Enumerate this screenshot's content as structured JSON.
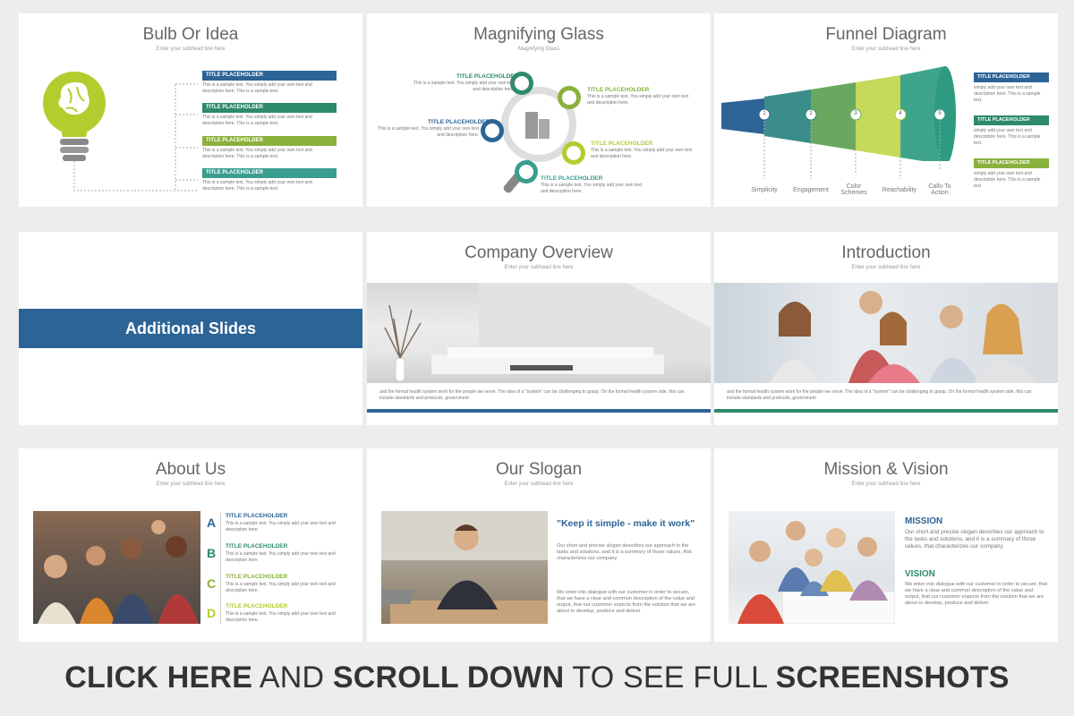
{
  "slides": {
    "bulb": {
      "title": "Bulb Or Idea",
      "subtitle": "Enter your subhead line here",
      "items": [
        {
          "label": "TITLE PLACEHOLDER",
          "text": "This is a sample text. You simply add your own text and description here. This is a sample text.",
          "color": "#2d6496"
        },
        {
          "label": "TITLE PLACEHOLDER",
          "text": "This is a sample text. You simply add your own text and description here. This is a sample text.",
          "color": "#2e8a6c"
        },
        {
          "label": "TITLE PLACEHOLDER",
          "text": "This is a sample text. You simply add your own text and description here. This is a sample text.",
          "color": "#8ab13c"
        },
        {
          "label": "TITLE PLACEHOLDER",
          "text": "This is a sample text. You simply add your own text and description here. This is a sample text.",
          "color": "#3a9e8e"
        }
      ]
    },
    "magnifier": {
      "title": "Magnifying Glass",
      "subtitle": "Magnifying Glass",
      "items": [
        {
          "label": "TITLE PLACEHOLDER",
          "text": "This is a sample text. You simply add your own text and description here."
        },
        {
          "label": "TITLE PLACEHOLDER",
          "text": "This is a sample text. You simply add your own text and description here."
        },
        {
          "label": "TITLE PLACEHOLDER",
          "text": "This is a sample text. You simply add your own text and description here."
        },
        {
          "label": "TITLE PLACEHOLDER",
          "text": "This is a sample text. You simply add your own text and description here."
        },
        {
          "label": "TITLE PLACEHOLDER",
          "text": "This is a sample text. You simply add your own text and description here."
        }
      ]
    },
    "funnel": {
      "title": "Funnel Diagram",
      "subtitle": "Enter your subhead line here",
      "steps": [
        "1",
        "2",
        "3",
        "4",
        "5"
      ],
      "labels": [
        "Simplicity",
        "Engagement",
        "Color Schemes",
        "Reachability",
        "Calls-To Action"
      ],
      "items": [
        {
          "label": "TITLE PLACEHOLDER",
          "text": "simply add your own text and description here. This is a sample text.",
          "color": "#2d6496"
        },
        {
          "label": "TITLE PLACEHOLDER",
          "text": "simply add your own text and description here. This is a sample text.",
          "color": "#2e8a6c"
        },
        {
          "label": "TITLE PLACEHOLDER",
          "text": "simply add your own text and description here. This is a sample text.",
          "color": "#8ab13c"
        }
      ]
    },
    "additional": {
      "label": "Additional Slides"
    },
    "company": {
      "title": "Company Overview",
      "subtitle": "Enter your subhead line here",
      "caption": "and the formal health system work for the people we serve. The idea of a \"system\" can be challenging to grasp. On the formal health system side, this can include standards and protocols, government"
    },
    "intro": {
      "title": "Introduction",
      "subtitle": "Enter your subhead line here",
      "caption": "and the formal health system work for the people we serve. The idea of a \"system\" can be challenging to grasp. On the formal health system side, this can include standards and protocols, government"
    },
    "about": {
      "title": "About Us",
      "subtitle": "Enter your subhead line here",
      "items": [
        {
          "letter": "A",
          "label": "TITLE PLACEHOLDER",
          "text": "This is a sample text. You simply add your own text and description here.",
          "color": "#2d6496"
        },
        {
          "letter": "B",
          "label": "TITLE PLACEHOLDER",
          "text": "This is a sample text. You simply add your own text and description here.",
          "color": "#2e8a6c"
        },
        {
          "letter": "C",
          "label": "TITLE PLACEHOLDER",
          "text": "This is a sample text. You simply add your own text and description here.",
          "color": "#8ab13c"
        },
        {
          "letter": "D",
          "label": "TITLE PLACEHOLDER",
          "text": "This is a sample text. You simply add your own text and description here.",
          "color": "#b5cc2e"
        }
      ]
    },
    "slogan": {
      "title": "Our Slogan",
      "subtitle": "Enter your subhead line here",
      "quote": "\"Keep it simple - make it work\"",
      "para1": "Our short and precise slogan describes our approach to the tasks and solutions, and it is a summary of those values, that characterizes our company.",
      "para2": "We enter into dialogue with our customer in order to secure, that we have a clear and common description of the value and output, that our customer expects from the solution that we are about to develop, produce and deliver"
    },
    "mission": {
      "title": "Mission & Vision",
      "subtitle": "Enter your subhead line here",
      "mission_label": "MISSION",
      "mission_text": "Our short and precise slogan describes our approach to the tasks and solutions, and it is a summary of those values, that characterizes our company.",
      "vision_label": "VISION",
      "vision_text": "We enter into dialogue with our customer in order to secure, that we have a clear and common description of the value and output, that our customer expects from the solution that we are about to develop, produce and deliver"
    }
  },
  "cta": {
    "part1": "CLICK HERE",
    "part2": "AND",
    "part3": "SCROLL DOWN",
    "part4": "TO SEE FULL",
    "part5": "SCREENSHOTS"
  },
  "colors": {
    "blue": "#2d6496",
    "teal": "#2e8a6c",
    "green": "#8ab13c",
    "lime": "#b5cc2e",
    "band": "#2d6496"
  }
}
